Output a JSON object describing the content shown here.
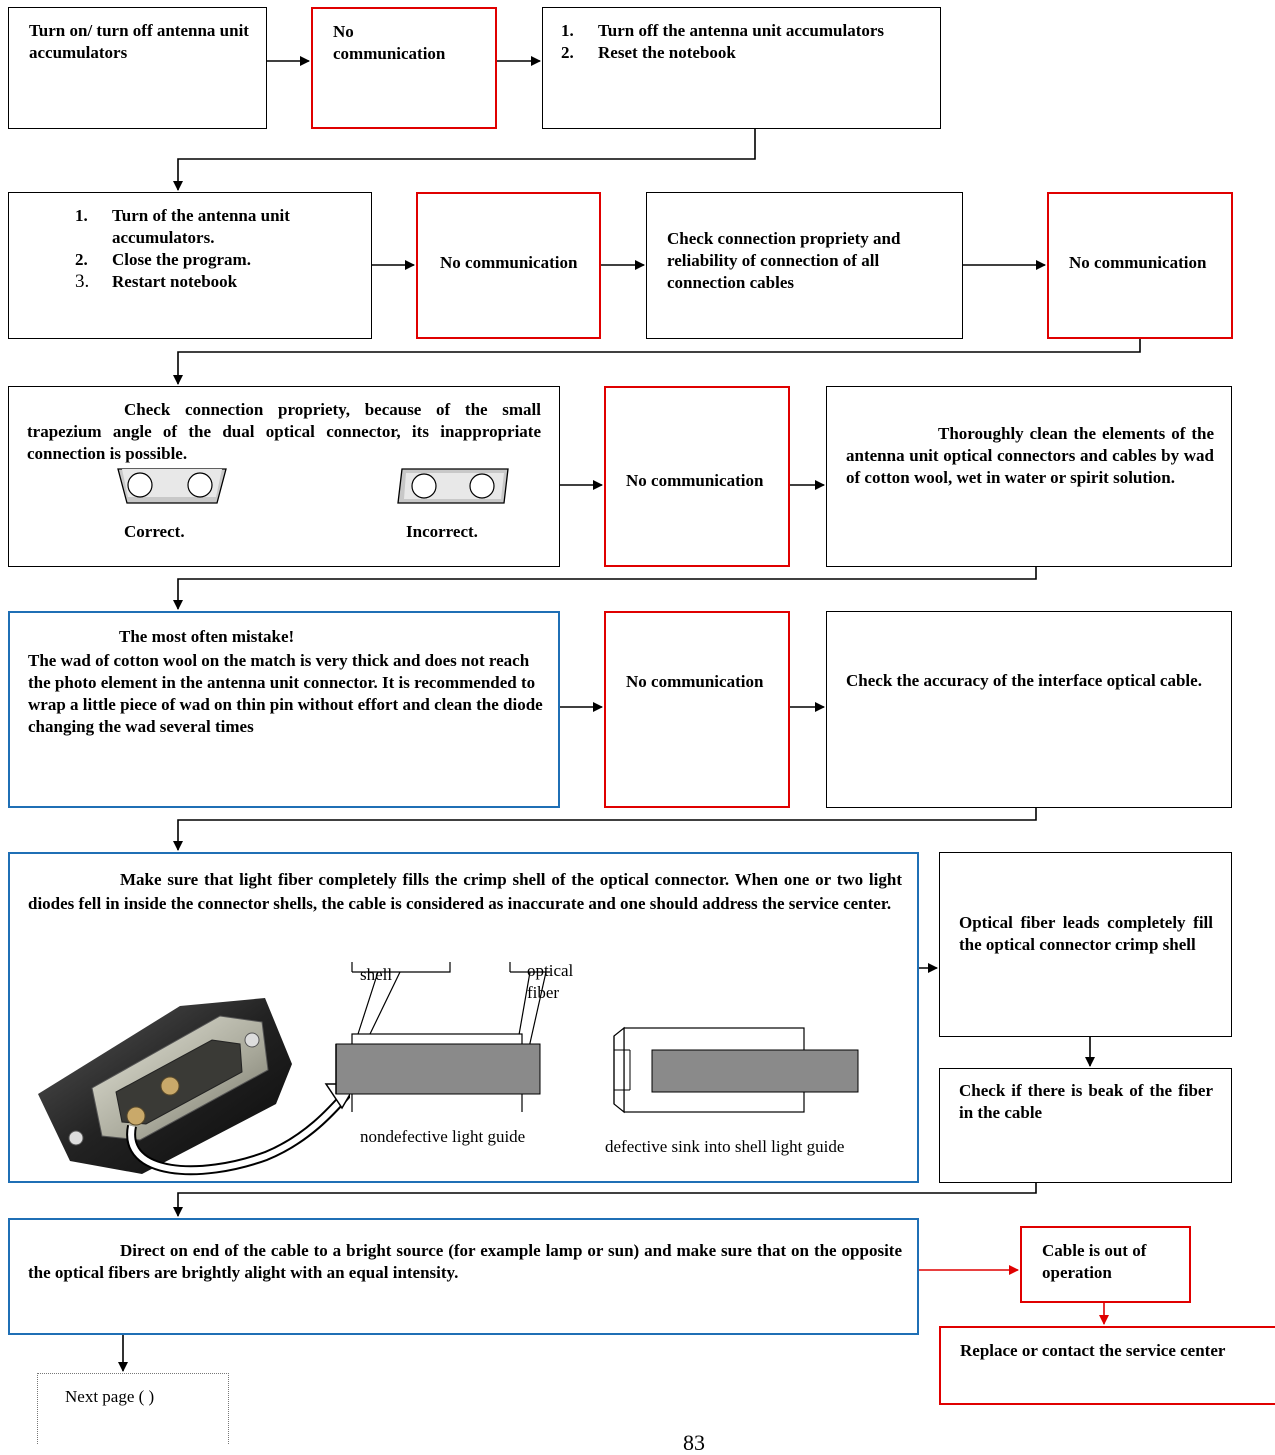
{
  "flow": {
    "r1": {
      "a": "Turn on/ turn off antenna unit accumulators",
      "b": "No communication",
      "c": {
        "steps": [
          {
            "num": "1.",
            "text": "Turn off the antenna unit accumulators"
          },
          {
            "num": "2.",
            "text": "Reset the notebook"
          }
        ]
      }
    },
    "r2": {
      "a": {
        "steps": [
          {
            "num": "1.",
            "text": "Turn of the antenna unit accumulators."
          },
          {
            "num": "2.",
            "text": "Close the program."
          },
          {
            "num": "3.",
            "text": "Restart notebook"
          }
        ]
      },
      "b": "No communication",
      "c": "Check connection propriety and reliability of connection of all connection cables",
      "d": "No communication"
    },
    "r3": {
      "a": {
        "text": "Check connection propriety, because of the small trapezium angle of the dual optical connector, its inappropriate connection is possible.",
        "correct": "Correct.",
        "incorrect": "Incorrect."
      },
      "b": "No communication",
      "c": "Thoroughly clean the elements of the antenna unit optical connectors and cables by wad of cotton wool, wet in water or spirit solution."
    },
    "r4": {
      "a": {
        "title": "The most often mistake!",
        "body": "The wad of cotton wool on the match is very thick and does not reach the photo element in the antenna unit connector. It is recommended to wrap a little piece of wad on thin pin without effort and clean the diode changing the wad several times"
      },
      "b": "No communication",
      "c": "Check the accuracy of the interface optical cable."
    },
    "r5": {
      "a": {
        "text": "Make sure that light fiber completely fills the crimp shell of the optical connector. When one or two light diodes fell in inside the connector shells, the cable is considered as inaccurate and one should address the service center.",
        "callout_shell": "shell",
        "callout_fiber": "optical fiber",
        "caption_good": "nondefective light guide",
        "caption_bad": "defective sink into shell light guide"
      },
      "b": "Optical fiber leads completely fill the optical connector crimp shell",
      "c": "Check if there is beak of the fiber in the cable"
    },
    "r6": {
      "a": "Direct on end of the cable to a bright source (for example lamp or sun) and make sure that on the opposite the optical fibers are brightly alight with an equal intensity.",
      "b": "Cable is out of operation",
      "c": "Replace or contact the service center"
    },
    "next": "Next page ( )",
    "page_number": "83"
  },
  "colors": {
    "problem_border": "#e00000",
    "note_border": "#1f6fb5",
    "arrow_red": "#e00000"
  }
}
